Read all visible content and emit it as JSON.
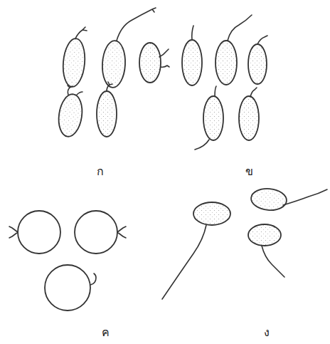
{
  "diagram": {
    "labels": [
      "ก",
      "ข",
      "ค",
      "ง"
    ]
  }
}
